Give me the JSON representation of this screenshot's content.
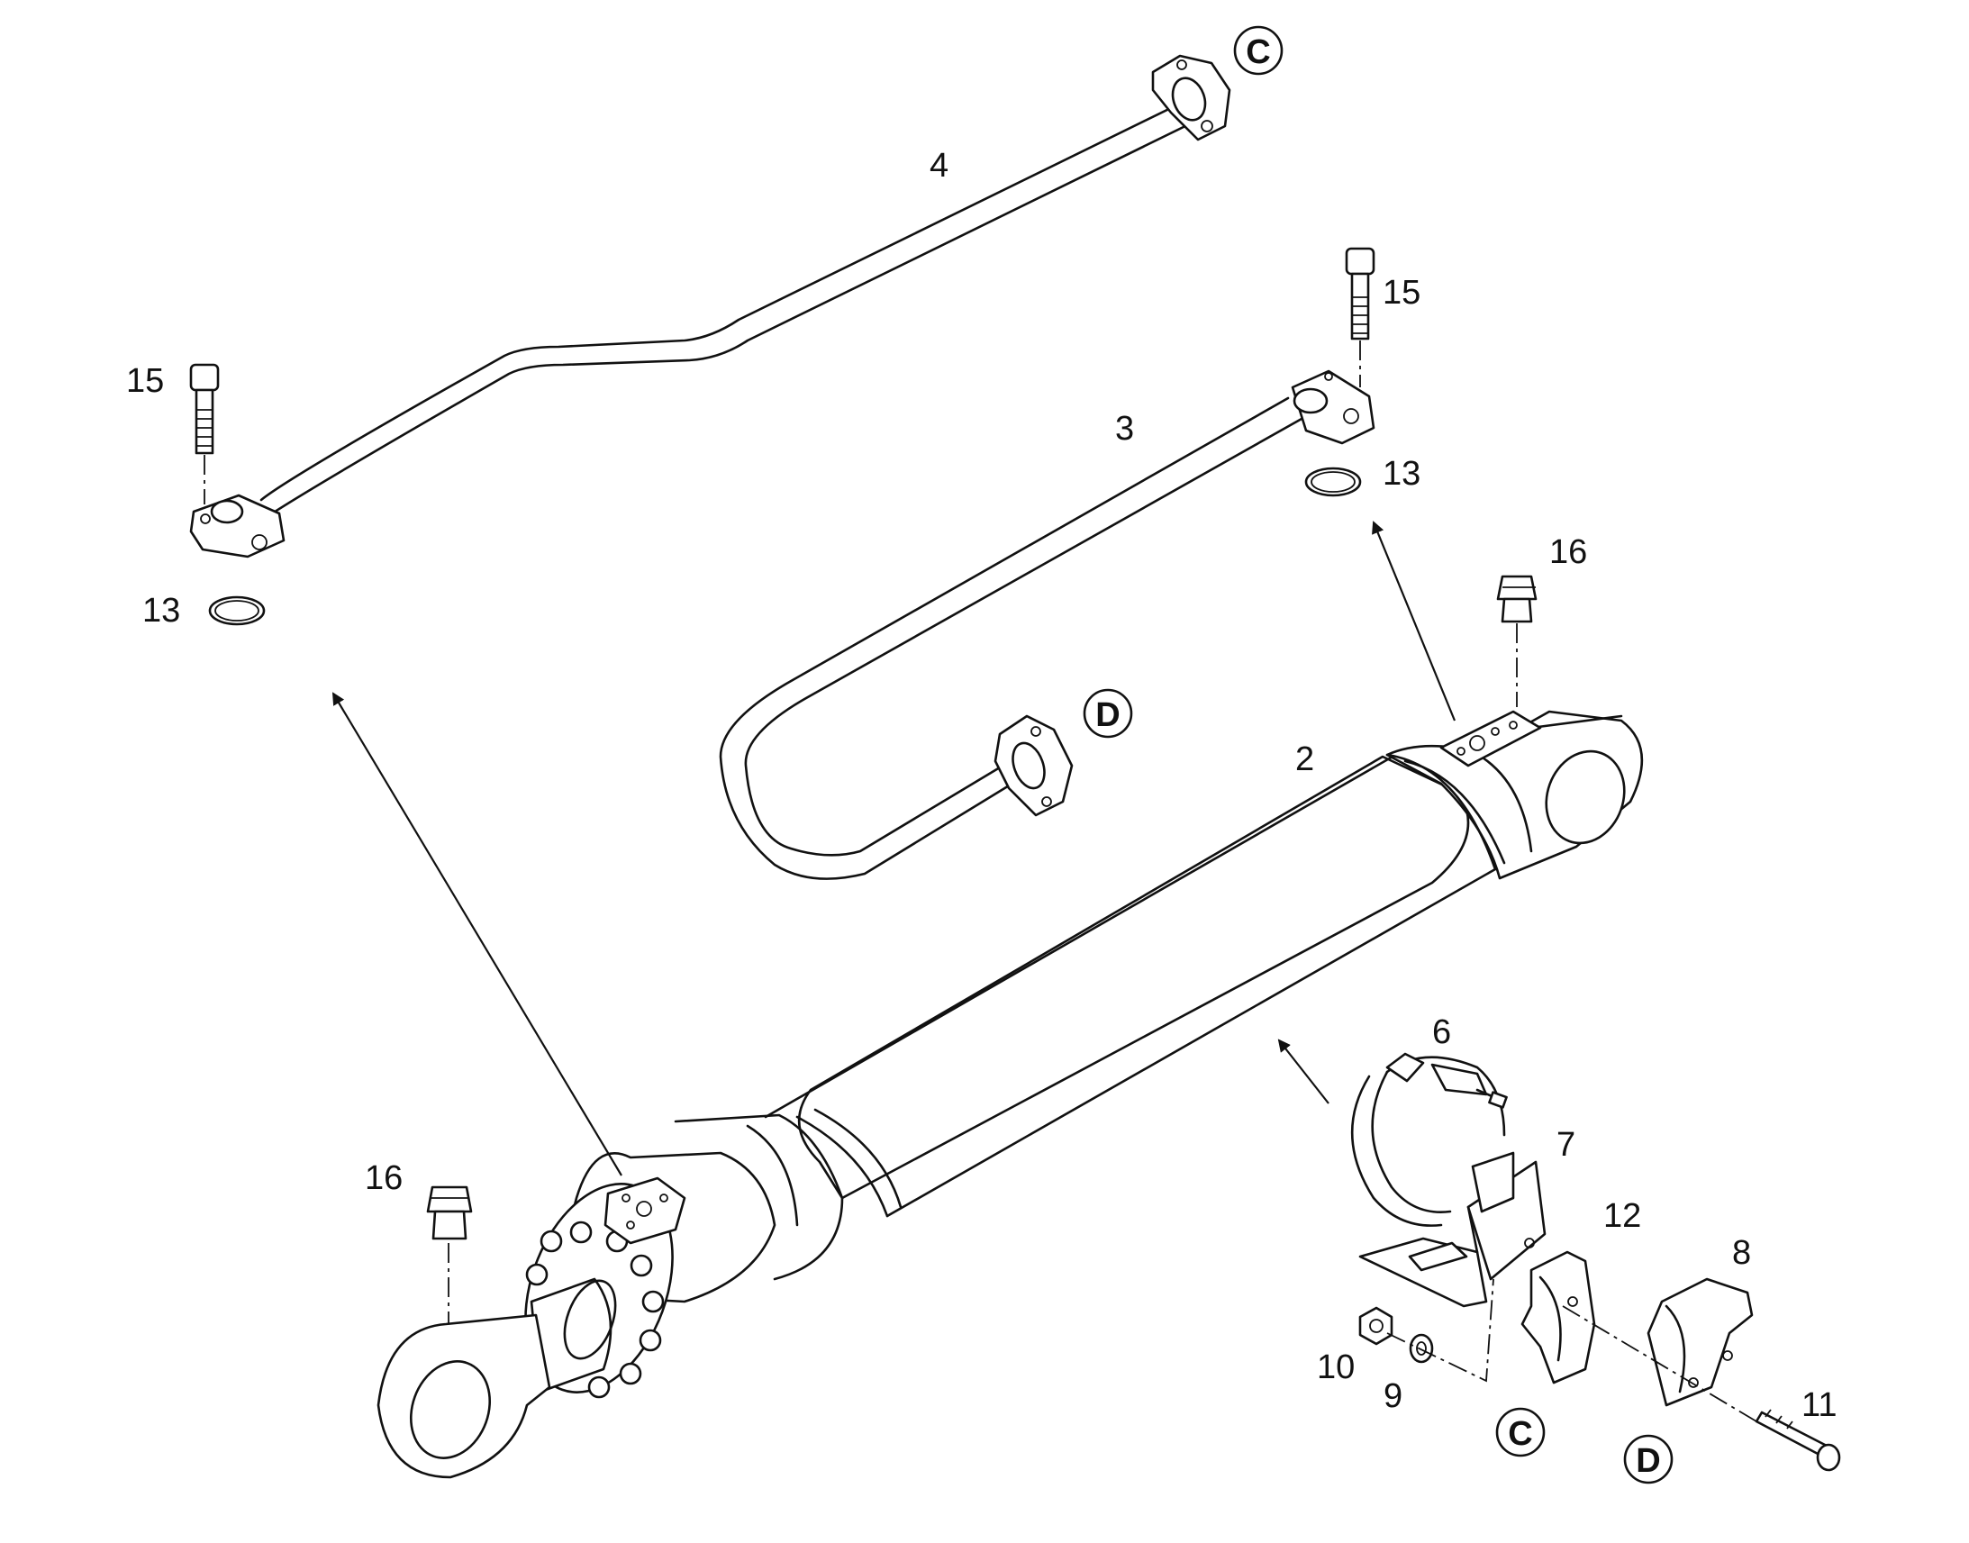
{
  "callouts": {
    "c2": "2",
    "c3": "3",
    "c4": "4",
    "c6": "6",
    "c7": "7",
    "c8": "8",
    "c9": "9",
    "c10": "10",
    "c11": "11",
    "c12": "12",
    "c13_left": "13",
    "c13_right": "13",
    "c15_left": "15",
    "c15_right": "15",
    "c16_left": "16",
    "c16_right": "16"
  },
  "refs": {
    "c_top": "C",
    "d_mid": "D",
    "c_bottom": "C",
    "d_bottom": "D"
  },
  "colors": {
    "line": "#111111",
    "background": "#ffffff"
  }
}
